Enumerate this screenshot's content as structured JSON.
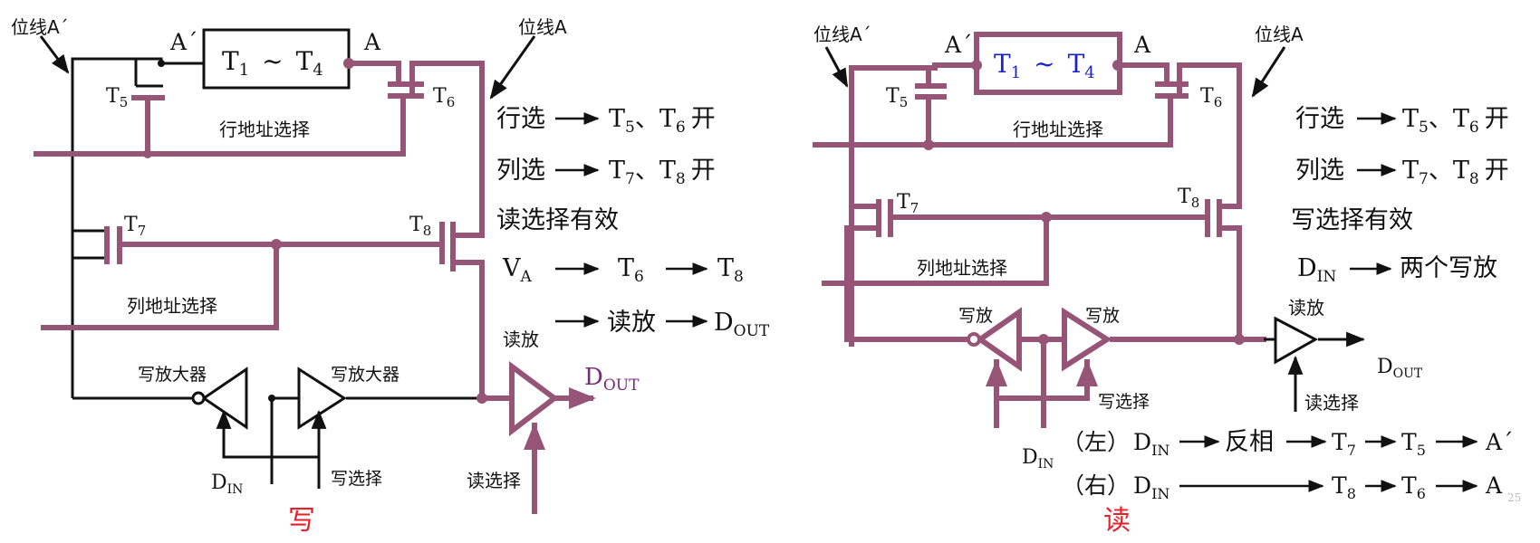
{
  "colors": {
    "bus": "#965577",
    "wire": "#111111",
    "red": "#e8202a",
    "blue": "#1a22c8",
    "dout": "#7a2a78"
  },
  "left": {
    "caption": "写",
    "bitline_a_prime": "位线A´",
    "bitline_a": "位线A",
    "node_a_prime": "A´",
    "node_a": "A",
    "cell_t1": "T",
    "cell_t1_sub": "1",
    "cell_tilde": "~",
    "cell_t4": "T",
    "cell_t4_sub": "4",
    "t5": "T",
    "t5_sub": "5",
    "t6": "T",
    "t6_sub": "6",
    "t7": "T",
    "t7_sub": "7",
    "t8": "T",
    "t8_sub": "8",
    "row_addr": "行地址选择",
    "col_addr": "列地址选择",
    "write_amp_left": "写放大器",
    "write_amp_right": "写放大器",
    "din": "D",
    "din_sub": "IN",
    "write_select": "写选择",
    "read_amp": "读放",
    "read_select": "读选择",
    "dout": "D",
    "dout_sub": "OUT",
    "notes": {
      "n1_a": "行选",
      "n1_b": "T",
      "n1_b_sub": "5",
      "n1_c": "、T",
      "n1_c_sub": "6",
      "n1_d": "开",
      "n2_a": "列选",
      "n2_b": "T",
      "n2_b_sub": "7",
      "n2_c": "、T",
      "n2_c_sub": "8",
      "n2_d": "开",
      "n3": "读选择有效",
      "n4_a": "V",
      "n4_a_sub": "A",
      "n4_b": "T",
      "n4_b_sub": "6",
      "n4_c": "T",
      "n4_c_sub": "8",
      "n5_a": "读放",
      "n5_b": "D",
      "n5_b_sub": "OUT"
    }
  },
  "right": {
    "caption": "读",
    "bitline_a_prime": "位线A´",
    "bitline_a": "位线A",
    "node_a_prime": "A´",
    "node_a": "A",
    "cell_t1": "T",
    "cell_t1_sub": "1",
    "cell_tilde": "~",
    "cell_t4": "T",
    "cell_t4_sub": "4",
    "t5": "T",
    "t5_sub": "5",
    "t6": "T",
    "t6_sub": "6",
    "t7": "T",
    "t7_sub": "7",
    "t8": "T",
    "t8_sub": "8",
    "row_addr": "行地址选择",
    "col_addr": "列地址选择",
    "write_amp_left": "写放",
    "write_amp_right": "写放",
    "din": "D",
    "din_sub": "IN",
    "write_select": "写选择",
    "read_amp": "读放",
    "read_select": "读选择",
    "dout": "D",
    "dout_sub": "OUT",
    "notes": {
      "n1_a": "行选",
      "n1_b": "T",
      "n1_b_sub": "5",
      "n1_c": "、T",
      "n1_c_sub": "6",
      "n1_d": "开",
      "n2_a": "列选",
      "n2_b": "T",
      "n2_b_sub": "7",
      "n2_c": "、T",
      "n2_c_sub": "8",
      "n2_d": "开",
      "n3": "写选择有效",
      "n4_a": "D",
      "n4_a_sub": "IN",
      "n4_b": "两个写放",
      "left_path_tag": "（左）",
      "left_din": "D",
      "left_din_sub": "IN",
      "left_invert": "反相",
      "left_t7": "T",
      "left_t7_sub": "7",
      "left_t5": "T",
      "left_t5_sub": "5",
      "left_end": "A´",
      "right_path_tag": "（右）",
      "right_din": "D",
      "right_din_sub": "IN",
      "right_t8": "T",
      "right_t8_sub": "8",
      "right_t6": "T",
      "right_t6_sub": "6",
      "right_end": "A"
    }
  },
  "page_number": "25"
}
